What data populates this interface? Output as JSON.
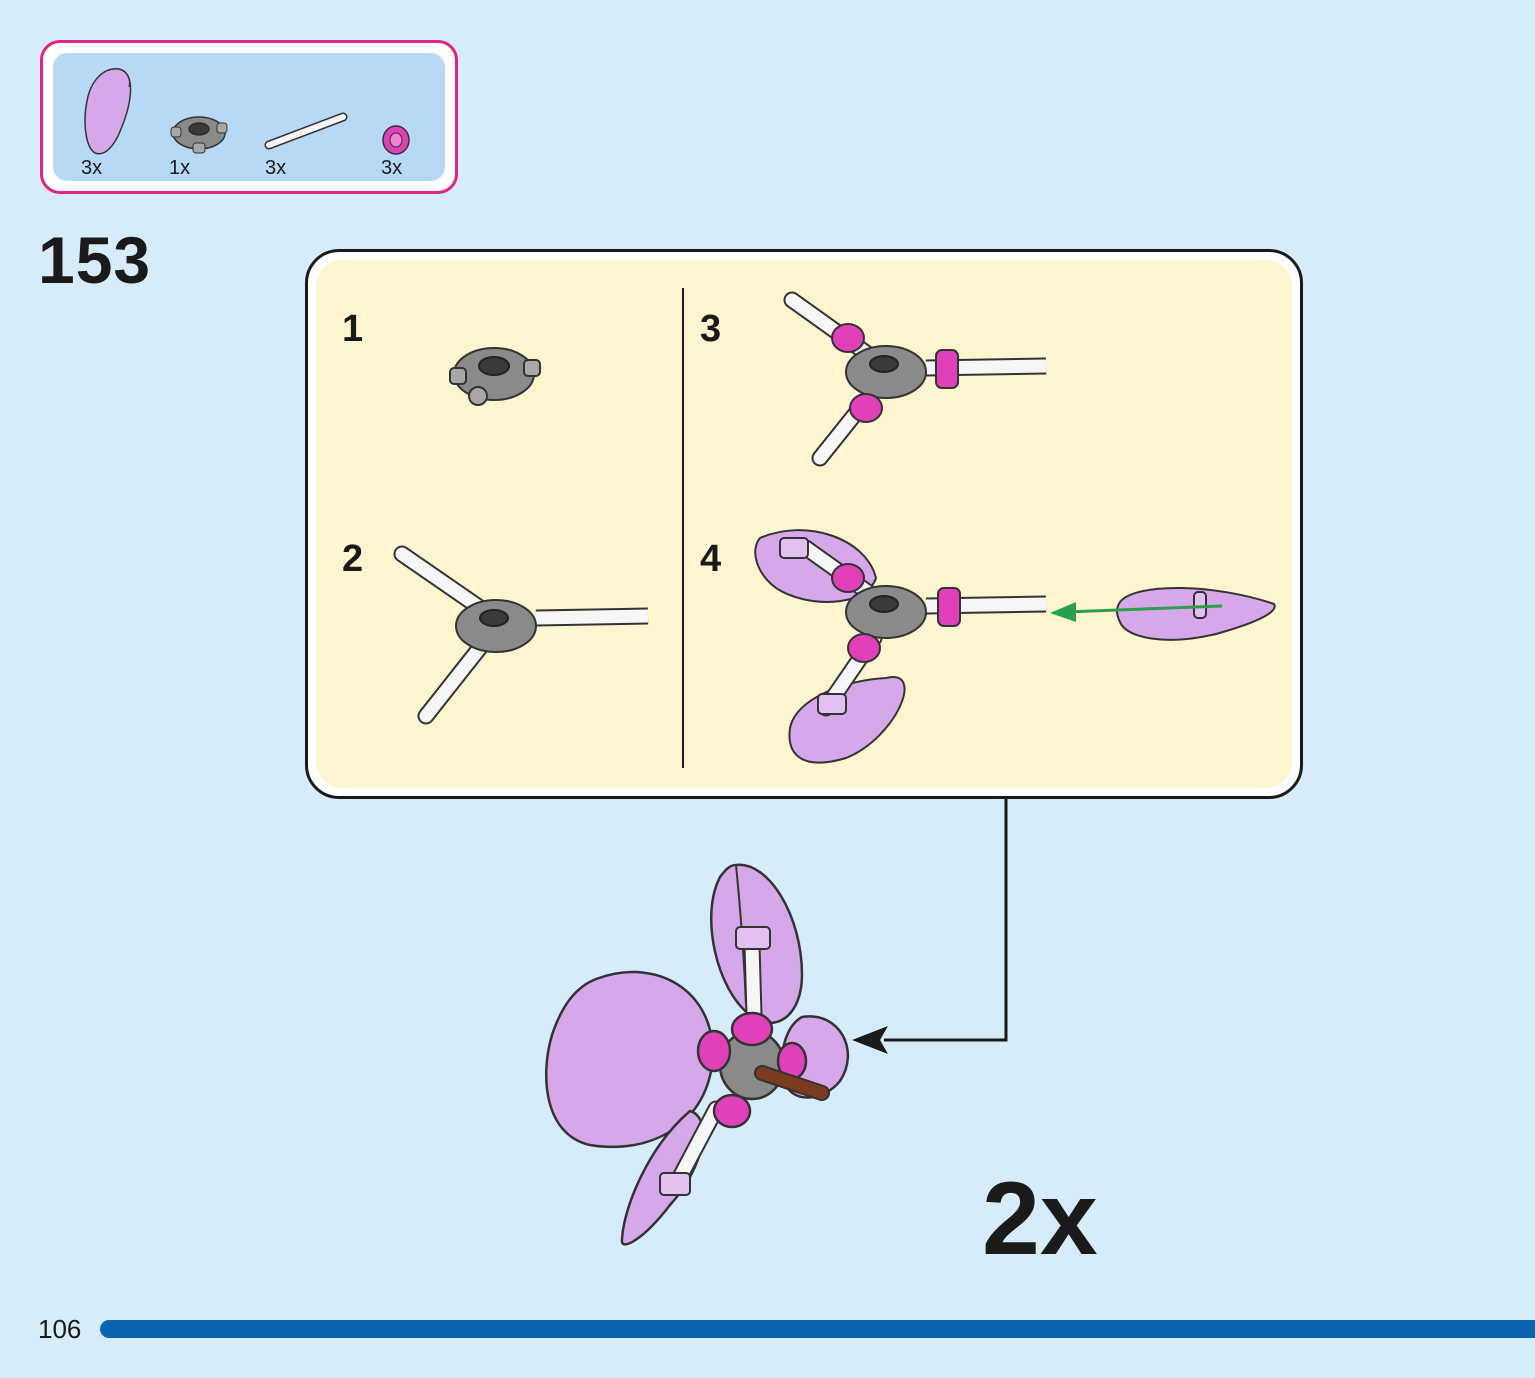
{
  "parts": [
    {
      "qty": "3x",
      "icon": "lilac-petal-tile-icon"
    },
    {
      "qty": "1x",
      "icon": "grey-hub-connector-icon"
    },
    {
      "qty": "3x",
      "icon": "white-bar-icon"
    },
    {
      "qty": "3x",
      "icon": "magenta-bush-icon"
    }
  ],
  "step_number": "153",
  "sub_steps": [
    "1",
    "2",
    "3",
    "4"
  ],
  "multiplier": "2x",
  "page_number": "106",
  "colors": {
    "background": "#d6ecfb",
    "parts_border": "#e0247f",
    "parts_fill": "#b7d9f6",
    "sub_panel_fill": "#fdf5cf",
    "lilac": "#d6a8ea",
    "magenta": "#e040b8",
    "grey": "#8a8a8a",
    "arrow_green": "#2aa04a",
    "page_bar": "#0a66b3"
  }
}
